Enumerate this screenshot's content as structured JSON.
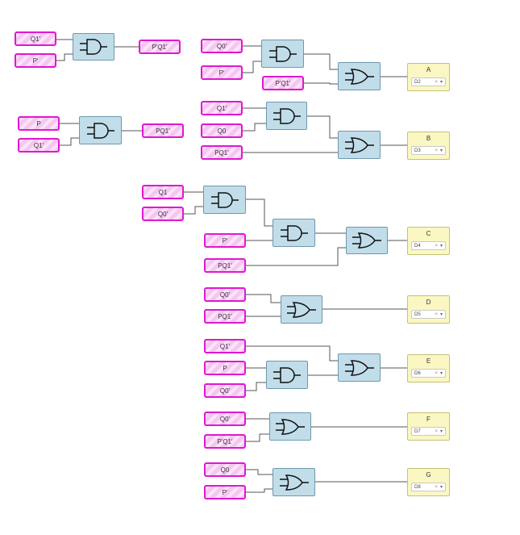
{
  "left_pins": {
    "g1_a": "Q1'",
    "g1_b": "P'",
    "g1_out": "P'Q1'",
    "g2_a": "P",
    "g2_b": "Q1'",
    "g2_out": "PQ1'"
  },
  "circuits": {
    "a": {
      "in1": "Q0'",
      "in2": "P'",
      "in3": "P'Q1'"
    },
    "b": {
      "in1": "Q1'",
      "in2": "Q0",
      "in3": "PQ1'"
    },
    "c": {
      "in1": "Q1",
      "in2": "Q0'",
      "in3": "P'",
      "in4": "PQ1'"
    },
    "d": {
      "in1": "Q0'",
      "in2": "PQ1'"
    },
    "e": {
      "in1": "Q1'",
      "in2": "P",
      "in3": "Q0'"
    },
    "f": {
      "in1": "Q0'",
      "in2": "P'Q1'"
    },
    "g": {
      "in1": "Q0",
      "in2": "P'"
    }
  },
  "outputs": {
    "a": {
      "label": "A",
      "pin": "D2"
    },
    "b": {
      "label": "B",
      "pin": "D3"
    },
    "c": {
      "label": "C",
      "pin": "D4"
    },
    "d": {
      "label": "D",
      "pin": "D5"
    },
    "e": {
      "label": "E",
      "pin": "D6"
    },
    "f": {
      "label": "F",
      "pin": "D7"
    },
    "g": {
      "label": "G",
      "pin": "D8"
    }
  },
  "select_clear_glyph": "×",
  "select_arrow_glyph": "▾",
  "colors": {
    "pin_border": "#e018d0",
    "pin_fill": "#f6c6f2",
    "gate_fill": "#c1dde9",
    "output_fill": "#fbf7c2",
    "wire": "#555555"
  }
}
